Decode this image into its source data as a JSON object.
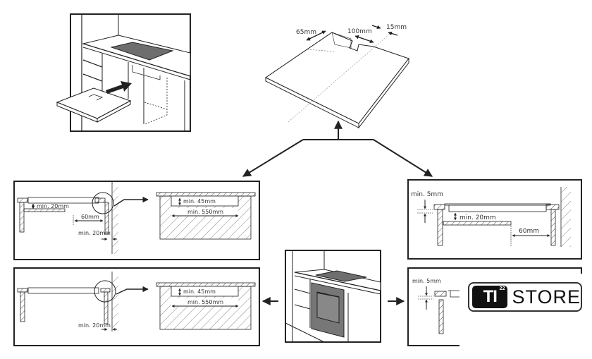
{
  "top_worktop": {
    "dim_depth": "65mm",
    "dim_width": "100mm",
    "dim_edge": "15mm"
  },
  "panel_a": {
    "gap_under_hob": "min. 20mm",
    "gap_rear": "60mm",
    "gap_wall": "min. 20mm",
    "detail_height": "min. 45mm",
    "detail_width": "min. 550mm"
  },
  "panel_b": {
    "gap_top": "min. 5mm",
    "gap_under_hob": "min. 20mm",
    "gap_rear": "60mm"
  },
  "panel_c": {
    "gap_wall": "min. 20mm",
    "detail_height": "min. 45mm",
    "detail_width": "min. 550mm"
  },
  "panel_d": {
    "gap_top": "min. 5mm"
  },
  "logo": {
    "mark": "TI",
    "superscript": "22",
    "word": "STORE"
  },
  "colors": {
    "line": "#222222",
    "hob": "#6e6e6e",
    "hatch": "#555555"
  }
}
